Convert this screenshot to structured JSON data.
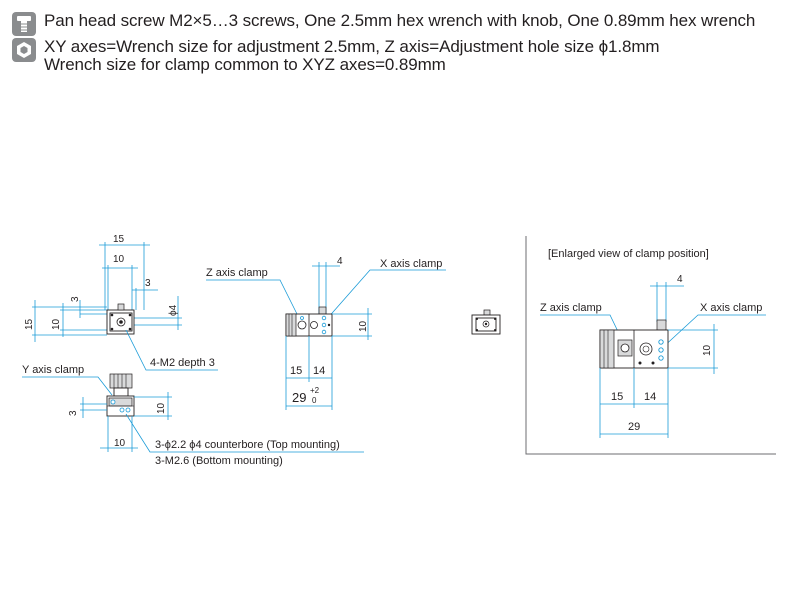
{
  "notes": {
    "screws": "Pan head screw M2×5…3 screws, One 2.5mm hex wrench with knob, One 0.89mm hex wrench",
    "wrench_line1": "XY axes=Wrench size for adjustment 2.5mm, Z axis=Adjustment hole size ϕ1.8mm",
    "wrench_line2": "Wrench size for clamp common to XYZ axes=0.89mm",
    "screw_icon": "screw-icon",
    "hex_icon": "hexagon-icon"
  },
  "left_view": {
    "dim_15_top": "15",
    "dim_10_top": "10",
    "dim_3_right": "3",
    "dim_3_left": "3",
    "dim_15_left": "15",
    "dim_10_left": "10",
    "dim_phi4": "ϕ4",
    "label_holes": "4-M2 depth 3",
    "label_y_clamp": "Y axis clamp",
    "dim_3_lower": "3",
    "dim_10_lower_right": "10",
    "dim_10_bottom": "10",
    "label_counterbore": "3-ϕ2.2  ϕ4 counterbore (Top mounting)",
    "label_bottom": "3-M2.6 (Bottom mounting)"
  },
  "middle_view": {
    "label_z_clamp": "Z axis clamp",
    "label_x_clamp": "X axis clamp",
    "dim_4": "4",
    "dim_10": "10",
    "dim_15": "15",
    "dim_14": "14",
    "dim_29": "29",
    "tol_plus": "+2",
    "tol_zero": "0"
  },
  "enlarged_view": {
    "title": "[Enlarged view of clamp position]",
    "label_z_clamp": "Z axis clamp",
    "label_x_clamp": "X axis clamp",
    "dim_4": "4",
    "dim_10": "10",
    "dim_15": "15",
    "dim_14": "14",
    "dim_29": "29"
  },
  "colors": {
    "dimension_line": "#1a9bd7",
    "icon_bg": "#8a8c8e",
    "text": "#231f20"
  }
}
